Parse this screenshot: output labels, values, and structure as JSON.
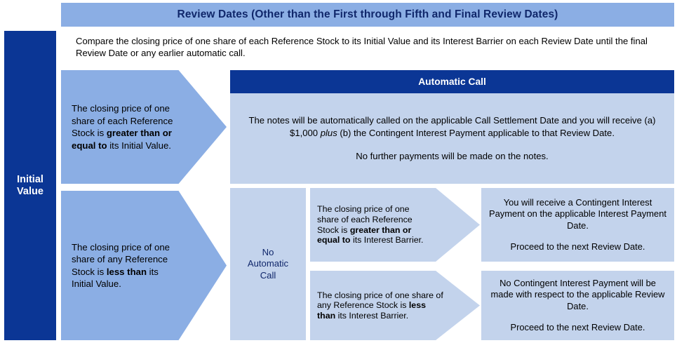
{
  "header": {
    "title": "Review Dates (Other than the First through Fifth and Final Review Dates)"
  },
  "intro": {
    "text": "Compare the closing price of one share of each Reference Stock to its Initial Value and its Interest Barrier on each Review Date until the final Review Date or any earlier automatic call."
  },
  "sidebar": {
    "label": "Initial\nValue"
  },
  "branches": {
    "ge_initial": {
      "pre": "The closing price of one share of each Reference Stock is ",
      "emph": "greater than or equal to",
      "post": " its Initial Value."
    },
    "lt_initial": {
      "pre": "The closing price of one share of any Reference Stock is ",
      "emph": "less than",
      "post": " its Initial Value."
    },
    "ge_barrier": {
      "pre": "The closing price of one share of each Reference Stock is ",
      "emph": "greater than or equal to",
      "post": " its Interest Barrier."
    },
    "lt_barrier": {
      "pre": "The closing price of one share of any Reference Stock is ",
      "emph": "less than",
      "post": " its Interest Barrier."
    }
  },
  "automatic_call": {
    "heading": "Automatic Call",
    "body_pre": "The notes will be automatically called on the applicable Call Settlement Date and you will receive (a) $1,000 ",
    "body_emph": "plus",
    "body_post": " (b) the Contingent Interest Payment applicable to that Review Date.",
    "body_note": "No further payments will be made on the notes."
  },
  "no_automatic_call": {
    "label": "No\nAutomatic\nCall"
  },
  "outcomes": {
    "pay": {
      "line1": "You will receive a Contingent Interest Payment on the applicable Interest Payment Date.",
      "line2": "Proceed to the next Review Date."
    },
    "no_pay": {
      "line1": "No Contingent Interest Payment will be made with respect to the applicable Review Date.",
      "line2": "Proceed to the next Review Date."
    }
  },
  "colors": {
    "dark_blue": "#0B3695",
    "mid_blue": "#8BAEE4",
    "light_blue": "#C3D3EC",
    "navy_text": "#10276B",
    "white": "#FFFFFF"
  }
}
